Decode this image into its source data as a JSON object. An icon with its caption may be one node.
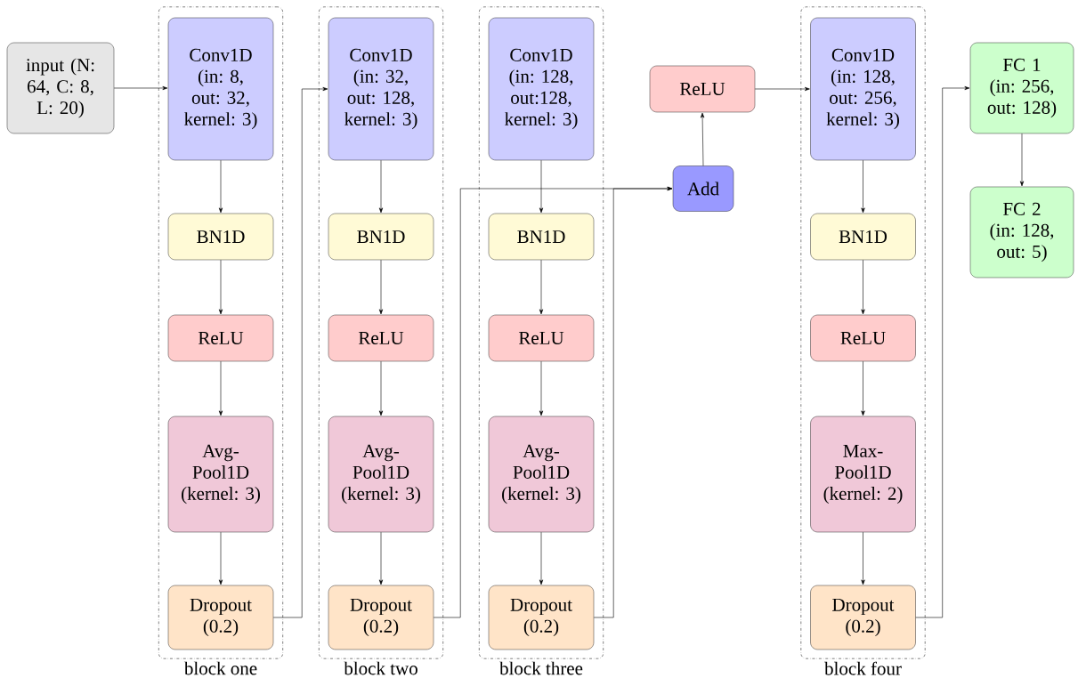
{
  "diagram": {
    "nodes": [
      {
        "text": [
          "input (N: 64, C: 8, L: 20)"
        ]
      },
      {
        "text": [
          "block one"
        ]
      },
      {
        "text": [
          "Conv1D (in: 8, out: 32, kernel: 3)"
        ],
        "in": 1
      },
      {
        "text": [
          "BN1D"
        ],
        "in": 1
      },
      {
        "text": [
          "ReLU"
        ],
        "in": 1
      },
      {
        "text": [
          "Avg-Pool1D (kernel: 3)"
        ],
        "in": 1
      },
      {
        "text": [
          "Dropout (0.2)"
        ],
        "in": 1
      },
      {
        "text": [
          "block two"
        ]
      },
      {
        "text": [
          "Conv1D (in: 32, out: 128, kernel: 3)"
        ],
        "in": 7
      },
      {
        "text": [
          "BN1D"
        ],
        "in": 7
      },
      {
        "text": [
          "ReLU"
        ],
        "in": 7
      },
      {
        "text": [
          "Avg-Pool1D (kernel: 3)"
        ],
        "in": 7
      },
      {
        "text": [
          "Dropout (0.2)"
        ],
        "in": 7
      },
      {
        "text": [
          "block three"
        ]
      },
      {
        "text": [
          "Conv1D (in: 128, out:128, kernel: 3)"
        ],
        "in": 13
      },
      {
        "text": [
          "BN1D"
        ],
        "in": 13
      },
      {
        "text": [
          "ReLU"
        ],
        "in": 13
      },
      {
        "text": [
          "Avg-Pool1D (kernel: 3)"
        ],
        "in": 13
      },
      {
        "text": [
          "Dropout (0.2)"
        ],
        "in": 13
      },
      {
        "text": [
          "Add"
        ]
      },
      {
        "text": [
          "ReLU"
        ]
      },
      {
        "text": [
          "block four"
        ]
      },
      {
        "text": [
          "Conv1D (in: 128, out: 256, kernel: 3)"
        ],
        "in": 21
      },
      {
        "text": [
          "BN1D"
        ],
        "in": 21
      },
      {
        "text": [
          "ReLU"
        ],
        "in": 21
      },
      {
        "text": [
          "Max-Pool1D (kernel: 2)"
        ],
        "in": 21
      },
      {
        "text": [
          "Dropout (0.2)"
        ],
        "in": 21
      },
      {
        "text": [
          "FC 1 (in: 256, out: 128)"
        ]
      },
      {
        "text": [
          "FC 2 (in: 128, out: 5)"
        ]
      }
    ],
    "edges": [
      {
        "from": 0,
        "to": 2,
        "arrow": "to"
      },
      {
        "from": 2,
        "to": 3,
        "arrow": "to"
      },
      {
        "from": 3,
        "to": 4,
        "arrow": "to"
      },
      {
        "from": 4,
        "to": 5,
        "arrow": "to"
      },
      {
        "from": 5,
        "to": 6,
        "arrow": "to"
      },
      {
        "from": 6,
        "to": 8,
        "arrow": "to"
      },
      {
        "from": 8,
        "to": 9,
        "arrow": "to"
      },
      {
        "from": 9,
        "to": 10,
        "arrow": "to"
      },
      {
        "from": 10,
        "to": 11,
        "arrow": "to"
      },
      {
        "from": 11,
        "to": 12,
        "arrow": "to"
      },
      {
        "from": 12,
        "to": 19,
        "arrow": "to"
      },
      {
        "from": 14,
        "to": 15,
        "arrow": "to"
      },
      {
        "from": 15,
        "to": 16,
        "arrow": "to"
      },
      {
        "from": 16,
        "to": 17,
        "arrow": "to"
      },
      {
        "from": 17,
        "to": 18,
        "arrow": "to"
      },
      {
        "from": 18,
        "to": 19,
        "arrow": "to"
      },
      {
        "from": 19,
        "to": 20,
        "arrow": "to"
      },
      {
        "from": 20,
        "to": 22,
        "arrow": "to"
      },
      {
        "from": 22,
        "to": 23,
        "arrow": "to"
      },
      {
        "from": 23,
        "to": 24,
        "arrow": "to"
      },
      {
        "from": 24,
        "to": 25,
        "arrow": "to"
      },
      {
        "from": 25,
        "to": 26,
        "arrow": "to"
      },
      {
        "from": 26,
        "to": 27,
        "arrow": "to"
      },
      {
        "from": 27,
        "to": 28,
        "arrow": "to"
      }
    ]
  }
}
